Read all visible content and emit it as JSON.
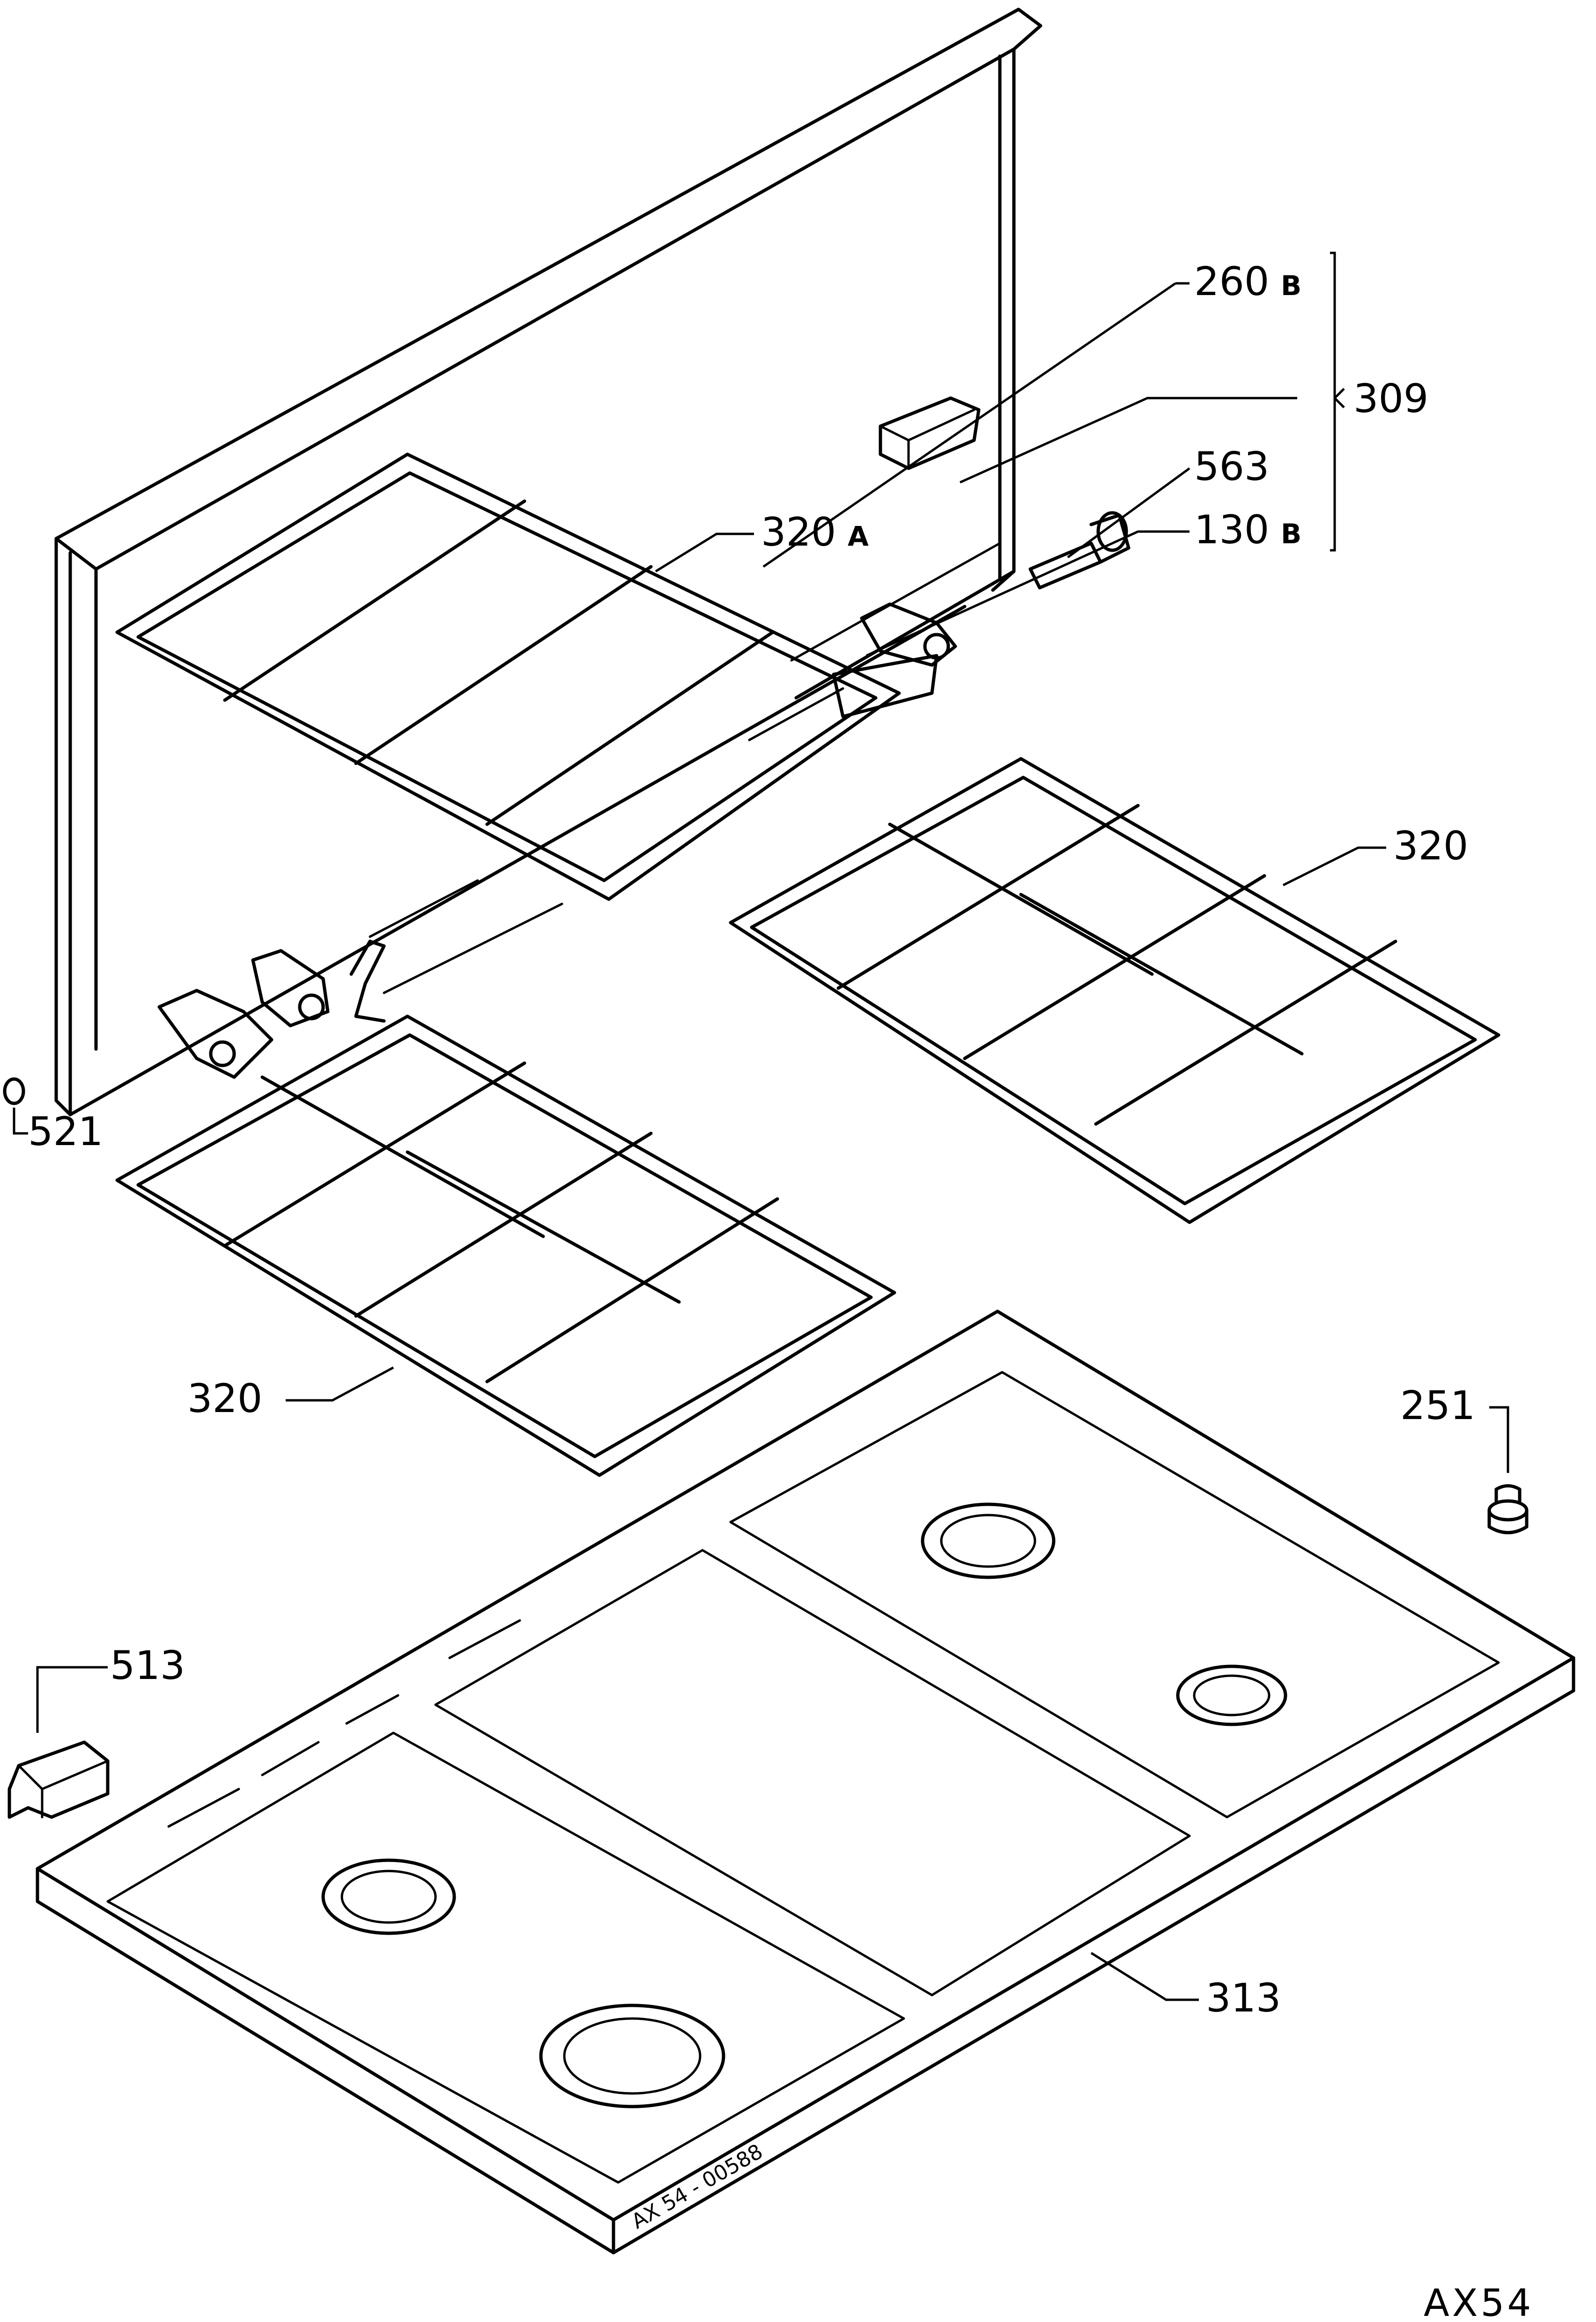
{
  "callouts": {
    "c260": {
      "num": "260",
      "suffix": "B"
    },
    "c309": {
      "num": "309"
    },
    "c563": {
      "num": "563"
    },
    "c130": {
      "num": "130",
      "suffix": "B"
    },
    "c320a": {
      "num": "320",
      "suffix": "A"
    },
    "c320_right": {
      "num": "320"
    },
    "c320_left": {
      "num": "320"
    },
    "c521": {
      "num": "521"
    },
    "c251": {
      "num": "251"
    },
    "c513": {
      "num": "513"
    },
    "c313": {
      "num": "313"
    }
  },
  "stamp_text": "AX 54 - 00588",
  "drawing_code": "AX54"
}
